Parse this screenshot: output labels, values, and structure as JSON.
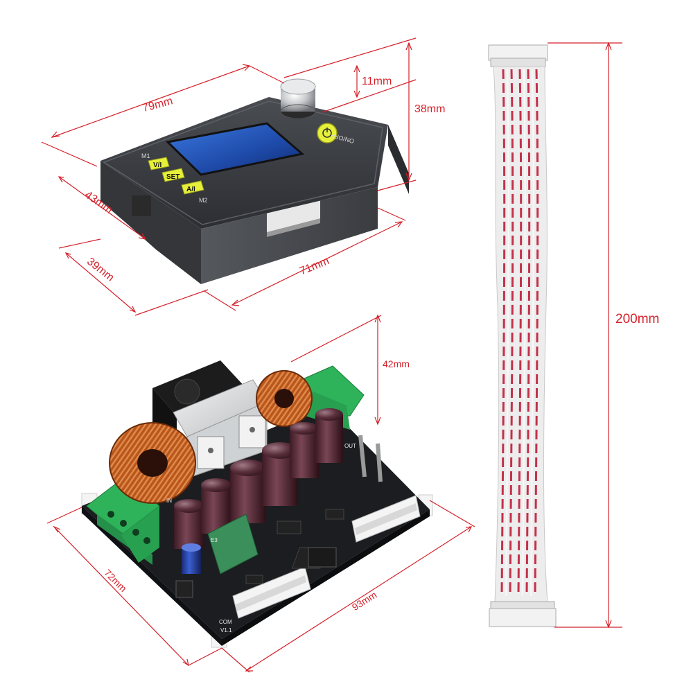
{
  "dimensions": {
    "width_module": "79mm",
    "knob_height": "11mm",
    "height_module": "38mm",
    "depth_module": "43mm",
    "depth_body": "39mm",
    "width_body": "71mm",
    "board_height": "42mm",
    "board_depth": "72mm",
    "board_width": "93mm",
    "cable_length": "200mm"
  },
  "panel": {
    "power_button": "ON/OFF",
    "button_vi": "V/I",
    "button_set": "SET",
    "button_ai": "A/I",
    "label_m1": "M1",
    "label_m2": "M2"
  },
  "board": {
    "label_out": "OUT",
    "label_in": "IN",
    "label_com": "COM",
    "label_e3": "E3",
    "label_v1": "V1.1"
  },
  "colors": {
    "dimension_lines": "#d4212a",
    "housing": "#3a3d42",
    "screen": "#1f4fb0",
    "button_yellow": "#e6f03a",
    "terminal_green": "#2fb35a",
    "pcb": "#1b1d20",
    "cable_red": "#c2314a"
  }
}
